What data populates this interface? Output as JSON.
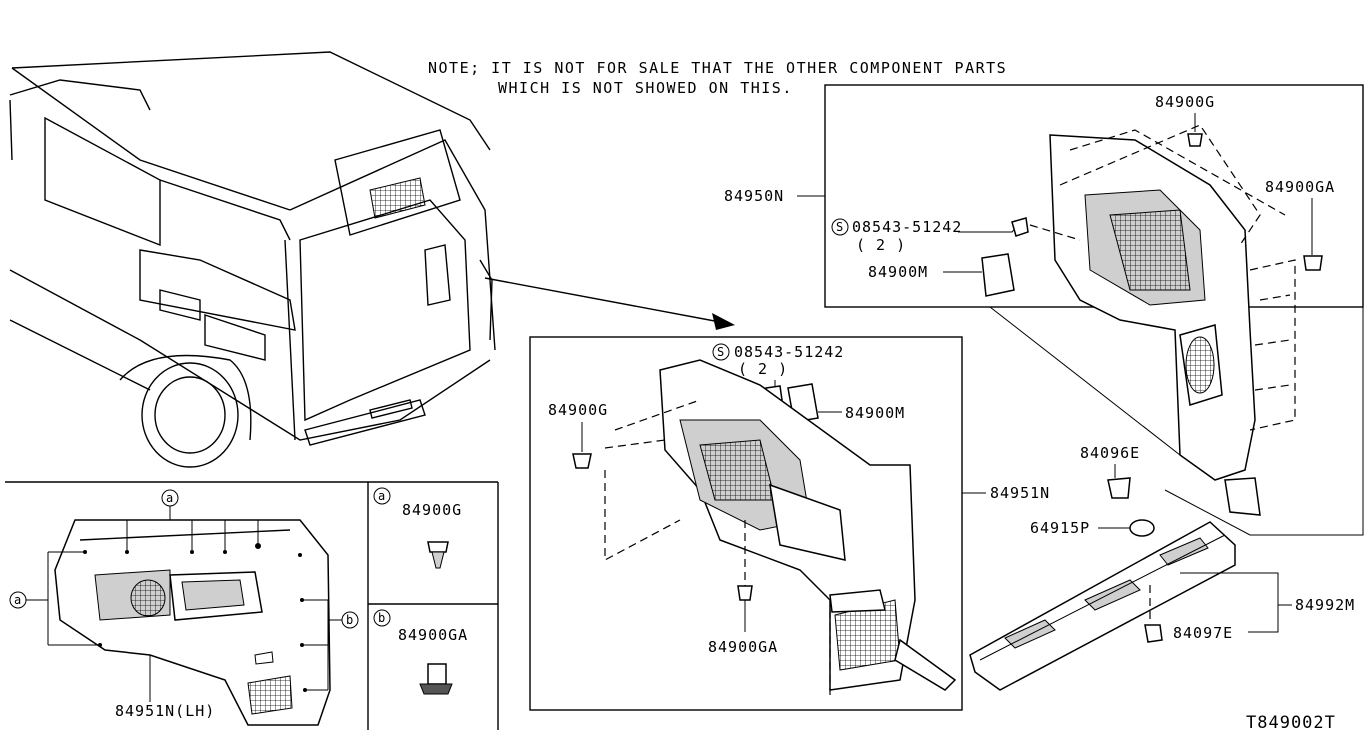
{
  "note": {
    "line1": "NOTE; IT IS NOT FOR SALE THAT THE OTHER COMPONENT PARTS",
    "line2": "WHICH IS NOT SHOWED ON THIS."
  },
  "diagram_code": "T849002T",
  "labels": {
    "p84900G_top": "84900G",
    "p84950N": "84950N",
    "p84900GA_right": "84900GA",
    "screw_top_num": "08543-51242",
    "screw_top_qty": "( 2 )",
    "screw_top_s": "S",
    "p84900M_top": "84900M",
    "p84096E": "84096E",
    "p64915P": "64915P",
    "p84992M": "84992M",
    "p84097E": "84097E",
    "p84951N": "84951N",
    "screw_mid_num": "08543-51242",
    "screw_mid_qty": "( 2 )",
    "screw_mid_s": "S",
    "p84900G_mid": "84900G",
    "p84900M_mid": "84900M",
    "p84900GA_mid": "84900GA",
    "p84951NLH": "84951N(LH)",
    "legend_a": "a",
    "legend_b": "b",
    "legend_a_part": "84900G",
    "legend_b_part": "84900GA",
    "callout_a_top": "a",
    "callout_a_left": "a",
    "callout_b_right": "b"
  },
  "colors": {
    "ink": "#000000",
    "paper": "#ffffff",
    "fill_grey": "#cfcfcf"
  }
}
